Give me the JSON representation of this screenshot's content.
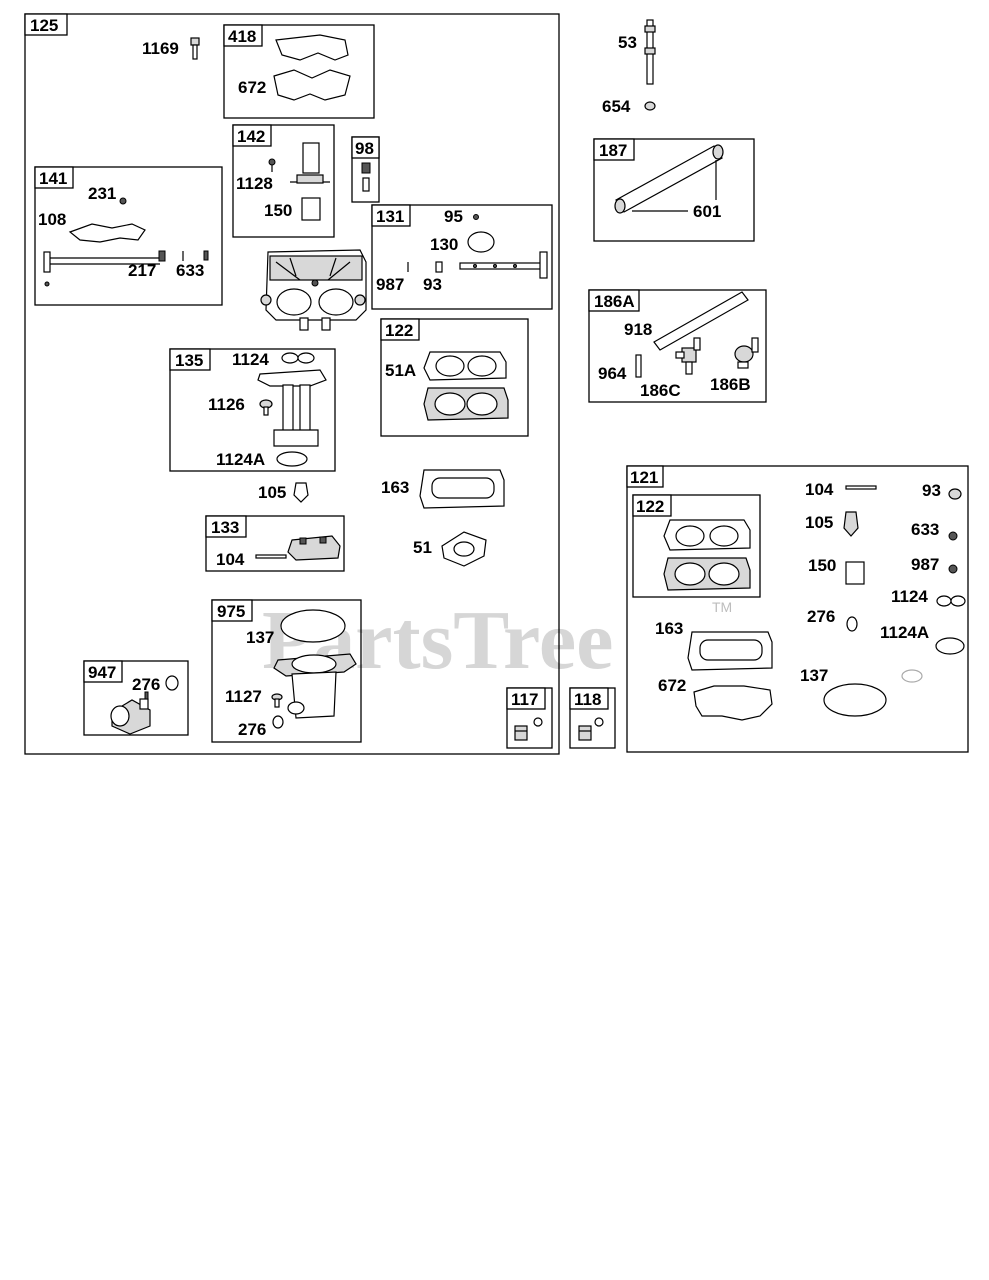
{
  "watermark": {
    "text": "PartsTree",
    "trademark": "TM"
  },
  "assemblies": {
    "a125": "125",
    "a418": "418",
    "a142": "142",
    "a98": "98",
    "a141": "141",
    "a131": "131",
    "a122": "122",
    "a135": "135",
    "a133": "133",
    "a975": "975",
    "a947": "947",
    "a117": "117",
    "a118": "118",
    "a187": "187",
    "a186A": "186A",
    "a121": "121",
    "a121_122": "122"
  },
  "parts": {
    "p1169": "1169",
    "p672_418": "672",
    "p1128": "1128",
    "p150_142": "150",
    "p231": "231",
    "p108": "108",
    "p217": "217",
    "p633_141": "633",
    "p95": "95",
    "p130": "130",
    "p987_131": "987",
    "p93_131": "93",
    "p51A": "51A",
    "p1124_135": "1124",
    "p1126": "1126",
    "p1124A_135": "1124A",
    "p105": "105",
    "p163": "163",
    "p51": "51",
    "p104_133": "104",
    "p137_975": "137",
    "p1127": "1127",
    "p276_975": "276",
    "p276_947": "276",
    "p53": "53",
    "p654": "654",
    "p601": "601",
    "p918": "918",
    "p964": "964",
    "p186C": "186C",
    "p186B": "186B",
    "p104_121": "104",
    "p93_121": "93",
    "p105_121": "105",
    "p633_121": "633",
    "p150_121": "150",
    "p987_121": "987",
    "p1124_121": "1124",
    "p276_121": "276",
    "p1124A_121": "1124A",
    "p163_121": "163",
    "p672_121": "672",
    "p137_121": "137"
  }
}
